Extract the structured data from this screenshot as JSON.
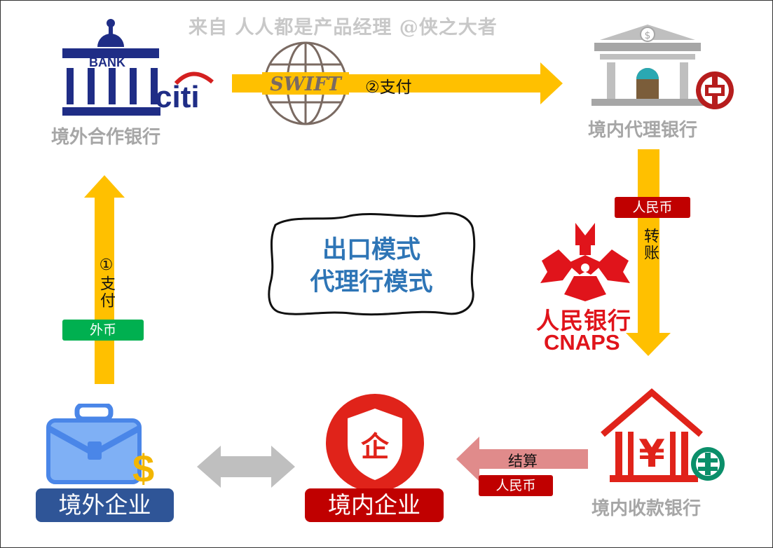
{
  "watermark": "来自 人人都是产品经理 @侠之大者",
  "nodes": {
    "overseas_bank": {
      "label": "境外合作银行",
      "bank_text": "BANK",
      "citi_text": "citi"
    },
    "domestic_agent_bank": {
      "label": "境内代理银行"
    },
    "domestic_receiving_bank": {
      "label": "境内收款银行"
    },
    "overseas_enterprise": {
      "label": "境外企业"
    },
    "domestic_enterprise": {
      "label": "境内企业",
      "shield_char": "企"
    },
    "pboc": {
      "name": "人民银行",
      "system": "CNAPS"
    }
  },
  "swift": {
    "text": "SWIFT"
  },
  "flows": {
    "step1": {
      "label": "①支付",
      "currency": "外币"
    },
    "step2": {
      "label": "②支付"
    },
    "transfer": {
      "currency": "人民币",
      "label": "转账"
    },
    "settlement": {
      "label": "结算",
      "currency": "人民币"
    }
  },
  "center": {
    "line1": "出口模式",
    "line2": "代理行模式"
  },
  "colors": {
    "arrow_yellow": "#ffc000",
    "tag_red": "#c00000",
    "tag_green": "#00b050",
    "box_blue": "#2f5597",
    "box_red": "#c00000",
    "center_text": "#2e75b6",
    "label_gray": "#a6a6a6",
    "settle_arrow": "#e08b8b",
    "double_arrow": "#bfbfbf"
  }
}
